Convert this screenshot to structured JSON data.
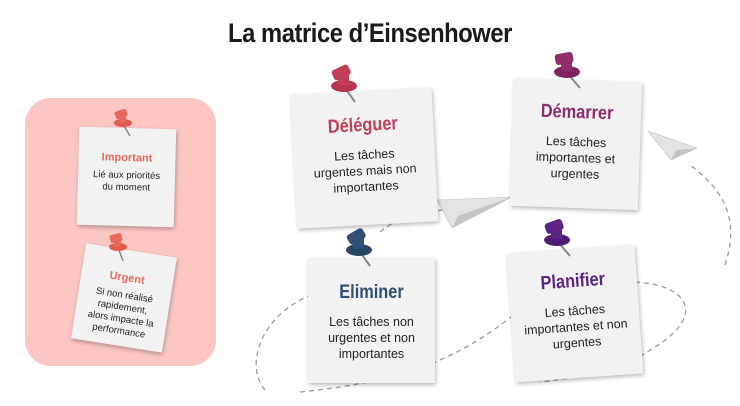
{
  "title": "La matrice d’Einsenhower",
  "legend": {
    "important": {
      "title": "Important",
      "body": "Lié aux priorités du moment"
    },
    "urgent": {
      "title": "Urgent",
      "body": "Si non réalisé rapidement, alors impacte la performance"
    }
  },
  "quadrants": {
    "deleguer": {
      "title": "Déléguer",
      "body": "Les tâches urgentes mais non importantes",
      "color": "#c43e5b"
    },
    "demarrer": {
      "title": "Démarrer",
      "body": "Les tâches importantes et urgentes",
      "color": "#8e2c6c"
    },
    "eliminer": {
      "title": "Eliminer",
      "body": "Les tâches non urgentes et non importantes",
      "color": "#2f4f73"
    },
    "planifier": {
      "title": "Planifier",
      "body": "Les tâches importantes et non urgentes",
      "color": "#5b2386"
    }
  },
  "colors": {
    "panel": "#fcc6c3",
    "note": "#f2f2f2",
    "pin_light": "#e8685c"
  }
}
